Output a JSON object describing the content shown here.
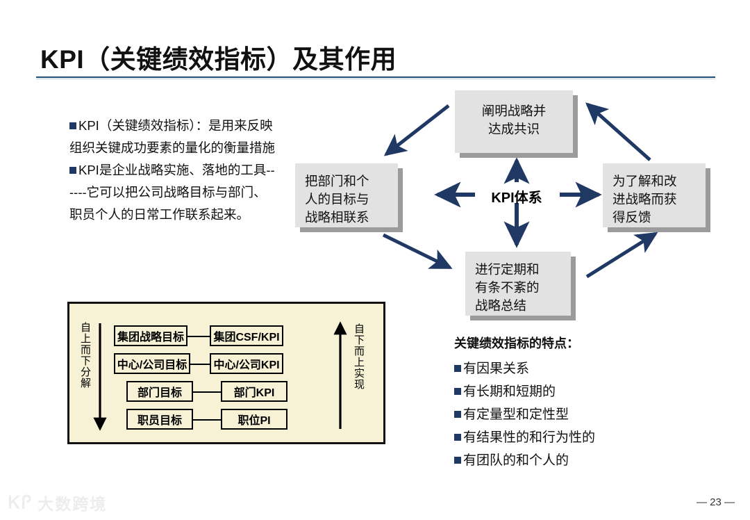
{
  "slide": {
    "title": "KPI（关键绩效指标）及其作用",
    "page_number": "— 23 —",
    "accent_color": "#1F4E79",
    "bullet_color": "#1F3864",
    "box_fill": "#e2e2e2",
    "box_shadow": "#9b9b9b",
    "panel_fill": "#f7f2d6",
    "arrow_color": "#1F3864"
  },
  "intro": {
    "para1": "KPI（关键绩效指标）：是用来反映组织关键成功要素的量化的衡量措施",
    "para2": "KPI是企业战略实施、落地的工具------它可以把公司战略目标与部门、职员个人的日常工作联系起来。"
  },
  "cycle": {
    "center_label": "KPI体系",
    "boxes": {
      "top": "阐明战略并\n达成共识",
      "left": "把部门和个\n人的目标与\n战略相联系",
      "right": "为了解和改\n进战略而获\n得反馈",
      "bottom": "进行定期和\n有条不紊的\n战略总结"
    }
  },
  "panel": {
    "left_axis_label": "自上而下分解",
    "right_axis_label": "自下而上实现",
    "rows": [
      {
        "objective": "集团战略目标",
        "indicator": "集团CSF/KPI"
      },
      {
        "objective": "中心/公司目标",
        "indicator": "中心/公司KPI"
      },
      {
        "objective": "部门目标",
        "indicator": "部门KPI"
      },
      {
        "objective": "职员目标",
        "indicator": "职位PI"
      }
    ]
  },
  "features": {
    "heading": "关键绩效指标的特点：",
    "items": [
      "有因果关系",
      "有长期和短期的",
      "有定量型和定性型",
      "有结果性的和行为性的",
      "有团队的和个人的"
    ]
  },
  "watermark": {
    "mark": "ᏦᎵ",
    "text": "大数跨境"
  }
}
